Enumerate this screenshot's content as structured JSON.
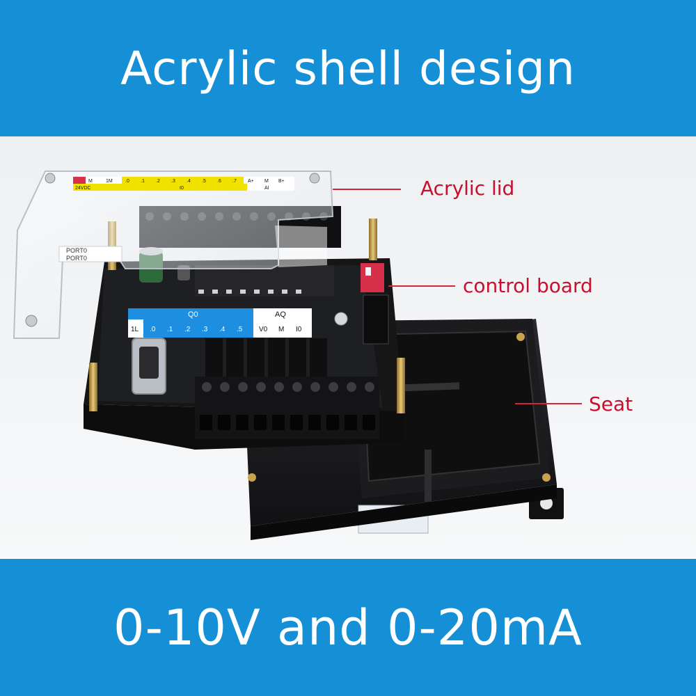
{
  "header": {
    "title": "Acrylic shell design"
  },
  "footer": {
    "subtitle": "0-10V and 0-20mA"
  },
  "callouts": {
    "lid": "Acrylic lid",
    "board": "control board",
    "seat": "Seat"
  },
  "board_labels": {
    "top_strip": [
      "M",
      "1M",
      ".0",
      ".1",
      ".2",
      ".3",
      ".4",
      ".5",
      ".6",
      ".7",
      "A+",
      "M",
      "B+"
    ],
    "voltage": "24VDC",
    "input_group": "I0",
    "analog_in": "AI",
    "output_group": "Q0",
    "analog_out": "AQ",
    "output_row": [
      "1L",
      ".0",
      ".1",
      ".2",
      ".3",
      ".4",
      ".5"
    ],
    "analog_row": [
      "V0",
      "M",
      "I0"
    ],
    "port": "PORT0"
  },
  "colors": {
    "banner": "#1590d6",
    "callout": "#c8102e",
    "label_yellow": "#f2e200",
    "label_blue": "#1e8fe0"
  }
}
